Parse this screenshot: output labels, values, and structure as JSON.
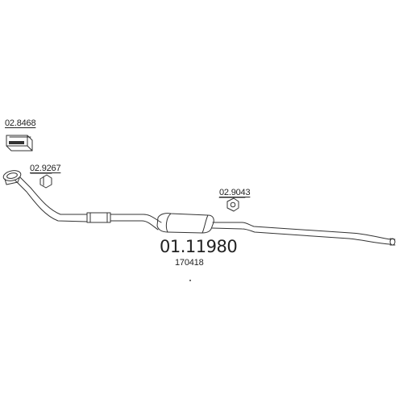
{
  "diagram": {
    "main_part": {
      "number": "01.11980",
      "oem": "170418"
    },
    "components": [
      {
        "id": "clamp-box",
        "ref": "02.8468",
        "icon": "clamp-kit-box-icon"
      },
      {
        "id": "nut",
        "ref": "02.9267",
        "icon": "nut-icon"
      },
      {
        "id": "hanger",
        "ref": "02.9043",
        "icon": "rubber-hanger-icon"
      }
    ],
    "colors": {
      "line": "#333333",
      "text": "#222222",
      "background": "#ffffff"
    }
  }
}
